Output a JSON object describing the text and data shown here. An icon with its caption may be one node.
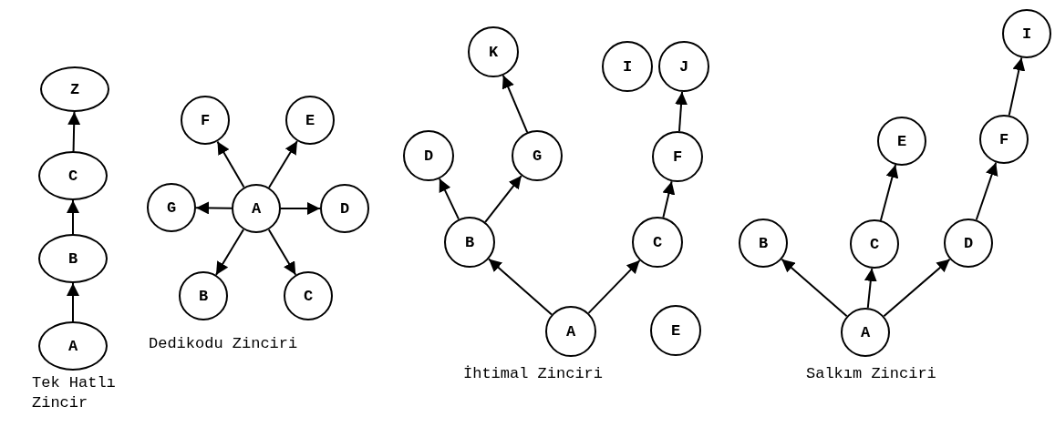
{
  "diagram": {
    "nodes": [
      {
        "text": [
          "Z"
        ]
      },
      {
        "text": [
          "C"
        ]
      },
      {
        "text": [
          "B"
        ]
      },
      {
        "text": [
          "A"
        ]
      },
      {
        "text": [
          "F"
        ]
      },
      {
        "text": [
          "E"
        ]
      },
      {
        "text": [
          "G"
        ]
      },
      {
        "text": [
          "A"
        ]
      },
      {
        "text": [
          "D"
        ]
      },
      {
        "text": [
          "B"
        ]
      },
      {
        "text": [
          "C"
        ]
      },
      {
        "text": [
          "K"
        ]
      },
      {
        "text": [
          "I"
        ]
      },
      {
        "text": [
          "J"
        ]
      },
      {
        "text": [
          "D"
        ]
      },
      {
        "text": [
          "G"
        ]
      },
      {
        "text": [
          "F"
        ]
      },
      {
        "text": [
          "B"
        ]
      },
      {
        "text": [
          "C"
        ]
      },
      {
        "text": [
          "A"
        ]
      },
      {
        "text": [
          "E"
        ]
      },
      {
        "text": [
          "I"
        ]
      },
      {
        "text": [
          "E"
        ]
      },
      {
        "text": [
          "F"
        ]
      },
      {
        "text": [
          "B"
        ]
      },
      {
        "text": [
          "C"
        ]
      },
      {
        "text": [
          "D"
        ]
      },
      {
        "text": [
          "A"
        ]
      }
    ],
    "edges": [
      {
        "from": 3,
        "to": 2,
        "arrow": "to"
      },
      {
        "from": 2,
        "to": 1,
        "arrow": "to"
      },
      {
        "from": 1,
        "to": 0,
        "arrow": "to"
      },
      {
        "from": 7,
        "to": 4,
        "arrow": "to"
      },
      {
        "from": 7,
        "to": 5,
        "arrow": "to"
      },
      {
        "from": 7,
        "to": 6,
        "arrow": "to"
      },
      {
        "from": 7,
        "to": 8,
        "arrow": "to"
      },
      {
        "from": 7,
        "to": 9,
        "arrow": "to"
      },
      {
        "from": 7,
        "to": 10,
        "arrow": "to"
      },
      {
        "from": 17,
        "to": 14,
        "arrow": "to"
      },
      {
        "from": 17,
        "to": 15,
        "arrow": "to"
      },
      {
        "from": 15,
        "to": 11,
        "arrow": "to"
      },
      {
        "from": 19,
        "to": 17,
        "arrow": "to"
      },
      {
        "from": 19,
        "to": 18,
        "arrow": "to"
      },
      {
        "from": 18,
        "to": 16,
        "arrow": "to"
      },
      {
        "from": 16,
        "to": 13,
        "arrow": "to"
      },
      {
        "from": 27,
        "to": 24,
        "arrow": "to"
      },
      {
        "from": 27,
        "to": 25,
        "arrow": "to"
      },
      {
        "from": 27,
        "to": 26,
        "arrow": "to"
      },
      {
        "from": 25,
        "to": 22,
        "arrow": "to"
      },
      {
        "from": 26,
        "to": 23,
        "arrow": "to"
      },
      {
        "from": 23,
        "to": 21,
        "arrow": "to"
      }
    ],
    "labels": [
      "Dedikodu Zinciri",
      "Tek Hatlı Zincir",
      "İhtimal Zinciri",
      "Salkım Zinciri"
    ]
  }
}
